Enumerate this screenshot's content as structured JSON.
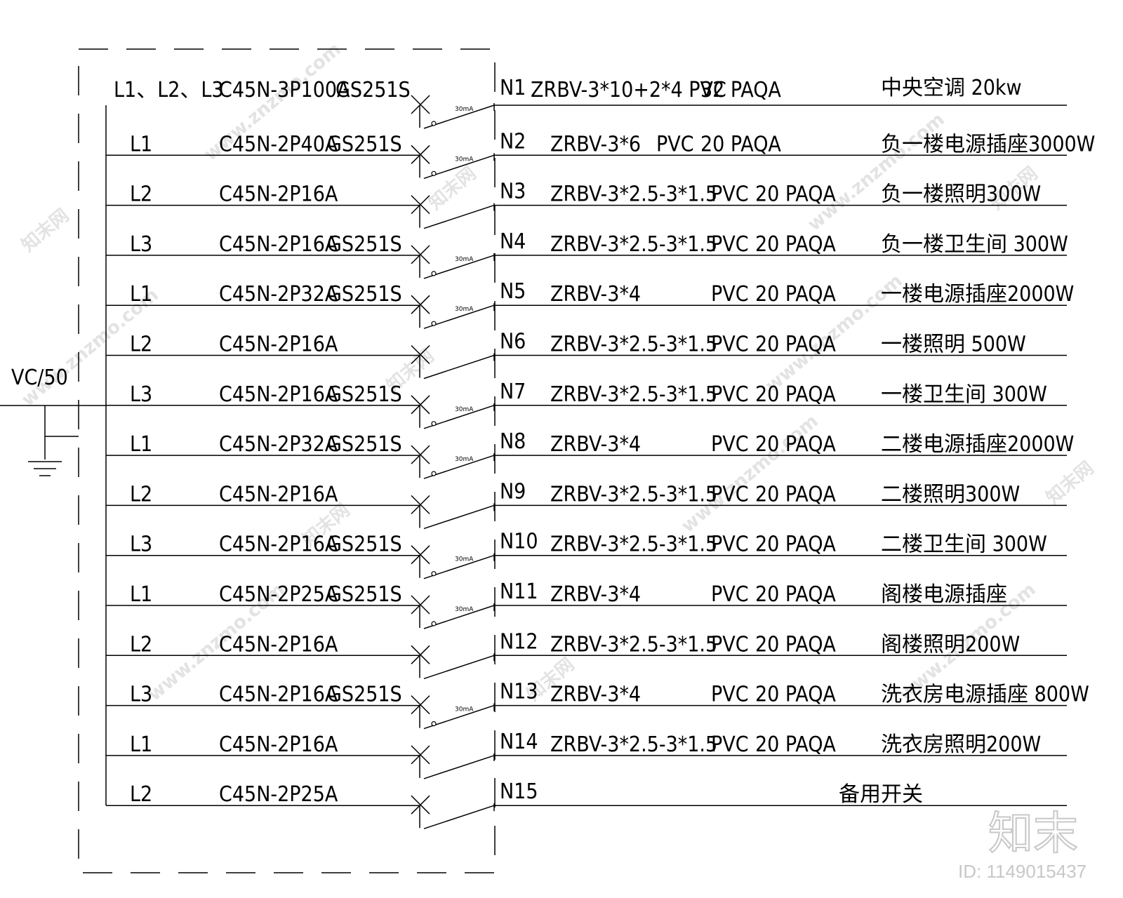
{
  "incoming": {
    "label": "VC/50",
    "main_phase": "L1、L2、L3",
    "main_breaker": "C45N-3P100A",
    "main_device": "GS251S",
    "main_circuit": "N1",
    "main_cable": "ZRBV-3*10+2*4 PVC",
    "main_conduit": "32 PAQA",
    "main_load": "中央空调 20kw"
  },
  "rcd_mark": "30mA",
  "circuits": [
    {
      "phase": "L1",
      "breaker": "C45N-2P40A",
      "device": "GS251S",
      "circuit": "N2",
      "cable": "ZRBV-3*6",
      "pvc": "PVC",
      "conduit": "20 PAQA",
      "load": "负一楼电源插座3000W"
    },
    {
      "phase": "L2",
      "breaker": "C45N-2P16A",
      "device": "",
      "circuit": "N3",
      "cable": "ZRBV-3*2.5-3*1.5",
      "pvc": "PVC",
      "conduit": "20 PAQA",
      "load": "负一楼照明300W"
    },
    {
      "phase": "L3",
      "breaker": "C45N-2P16A",
      "device": "GS251S",
      "circuit": "N4",
      "cable": "ZRBV-3*2.5-3*1.5",
      "pvc": "PVC",
      "conduit": "20 PAQA",
      "load": "负一楼卫生间 300W"
    },
    {
      "phase": "L1",
      "breaker": "C45N-2P32A",
      "device": "GS251S",
      "circuit": "N5",
      "cable": "ZRBV-3*4",
      "pvc": "PVC",
      "conduit": "20 PAQA",
      "load": "一楼电源插座2000W"
    },
    {
      "phase": "L2",
      "breaker": "C45N-2P16A",
      "device": "",
      "circuit": "N6",
      "cable": "ZRBV-3*2.5-3*1.5",
      "pvc": "PVC",
      "conduit": "20 PAQA",
      "load": "一楼照明     500W"
    },
    {
      "phase": "L3",
      "breaker": "C45N-2P16A",
      "device": "GS251S",
      "circuit": "N7",
      "cable": "ZRBV-3*2.5-3*1.5",
      "pvc": "PVC",
      "conduit": "20 PAQA",
      "load": "一楼卫生间   300W"
    },
    {
      "phase": "L1",
      "breaker": "C45N-2P32A",
      "device": "GS251S",
      "circuit": "N8",
      "cable": "ZRBV-3*4",
      "pvc": "PVC",
      "conduit": "20 PAQA",
      "load": "二楼电源插座2000W"
    },
    {
      "phase": "L2",
      "breaker": "C45N-2P16A",
      "device": "",
      "circuit": "N9",
      "cable": "ZRBV-3*2.5-3*1.5",
      "pvc": "PVC",
      "conduit": "20 PAQA",
      "load": "二楼照明300W"
    },
    {
      "phase": "L3",
      "breaker": "C45N-2P16A",
      "device": "GS251S",
      "circuit": "N10",
      "cable": "ZRBV-3*2.5-3*1.5",
      "pvc": "PVC",
      "conduit": "20 PAQA",
      "load": "二楼卫生间 300W"
    },
    {
      "phase": "L1",
      "breaker": "C45N-2P25A",
      "device": "GS251S",
      "circuit": "N11",
      "cable": "ZRBV-3*4",
      "pvc": "PVC",
      "conduit": "20 PAQA",
      "load": "阁楼电源插座"
    },
    {
      "phase": "L2",
      "breaker": "C45N-2P16A",
      "device": "",
      "circuit": "N12",
      "cable": "ZRBV-3*2.5-3*1.5",
      "pvc": "PVC",
      "conduit": "20 PAQA",
      "load": "阁楼照明200W"
    },
    {
      "phase": "L3",
      "breaker": "C45N-2P16A",
      "device": "GS251S",
      "circuit": "N13",
      "cable": "ZRBV-3*4",
      "pvc": "PVC",
      "conduit": "20 PAQA",
      "load": "洗衣房电源插座 800W"
    },
    {
      "phase": "L1",
      "breaker": "C45N-2P16A",
      "device": "",
      "circuit": "N14",
      "cable": "ZRBV-3*2.5-3*1.5",
      "pvc": "PVC",
      "conduit": "20 PAQA",
      "load": "洗衣房照明200W"
    },
    {
      "phase": "L2",
      "breaker": "C45N-2P25A",
      "device": "",
      "circuit": "N15",
      "cable": "",
      "pvc": "",
      "conduit": "",
      "load": "备用开关"
    }
  ],
  "watermark": {
    "site": "www.znzmo.com",
    "brand": "知末网",
    "logo": "知末",
    "id": "ID: 1149015437"
  }
}
